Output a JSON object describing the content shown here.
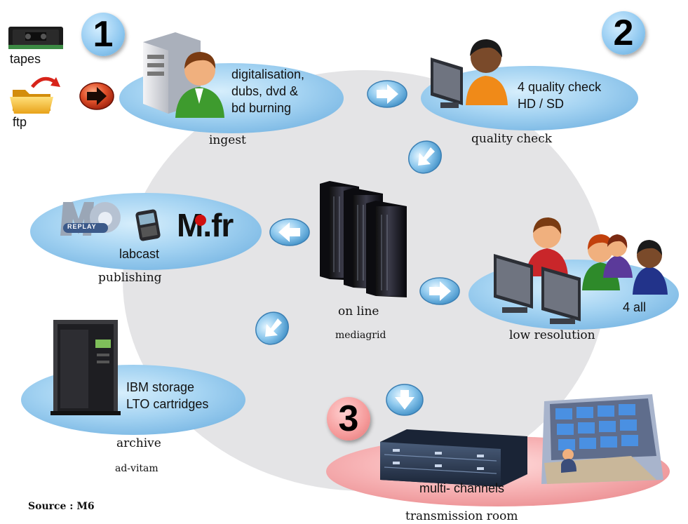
{
  "numbers": {
    "one": "1",
    "two": "2",
    "three": "3"
  },
  "sources": {
    "tapes": "tapes",
    "ftp": "ftp"
  },
  "ingest": {
    "line1": "digitalisation,",
    "line2": "dubs, dvd &",
    "line3": "bd burning",
    "label": "ingest"
  },
  "quality": {
    "line1": "4 quality check",
    "line2": "HD / SD",
    "label": "quality check"
  },
  "publishing": {
    "logo_replay": "REPLAY",
    "logo_m6": "M",
    "logo_fr": ".fr",
    "caption": "labcast",
    "label": "publishing"
  },
  "center": {
    "line1": "on line",
    "line2": "mediagrid"
  },
  "lowres": {
    "caption": "4 all",
    "label": "low resolution"
  },
  "archive": {
    "line1": "IBM storage",
    "line2": "LTO cartridges",
    "label": "archive",
    "sublabel": "ad-vitam"
  },
  "transmission": {
    "caption": "multi- channels",
    "label": "transmission room"
  },
  "source_note": "Source : M6",
  "colors": {
    "ellipse_blue": "#9fd2f3",
    "ellipse_pink": "#f7aeb0",
    "background_oval": "#e4e4e6",
    "m6_red": "#d01010"
  }
}
